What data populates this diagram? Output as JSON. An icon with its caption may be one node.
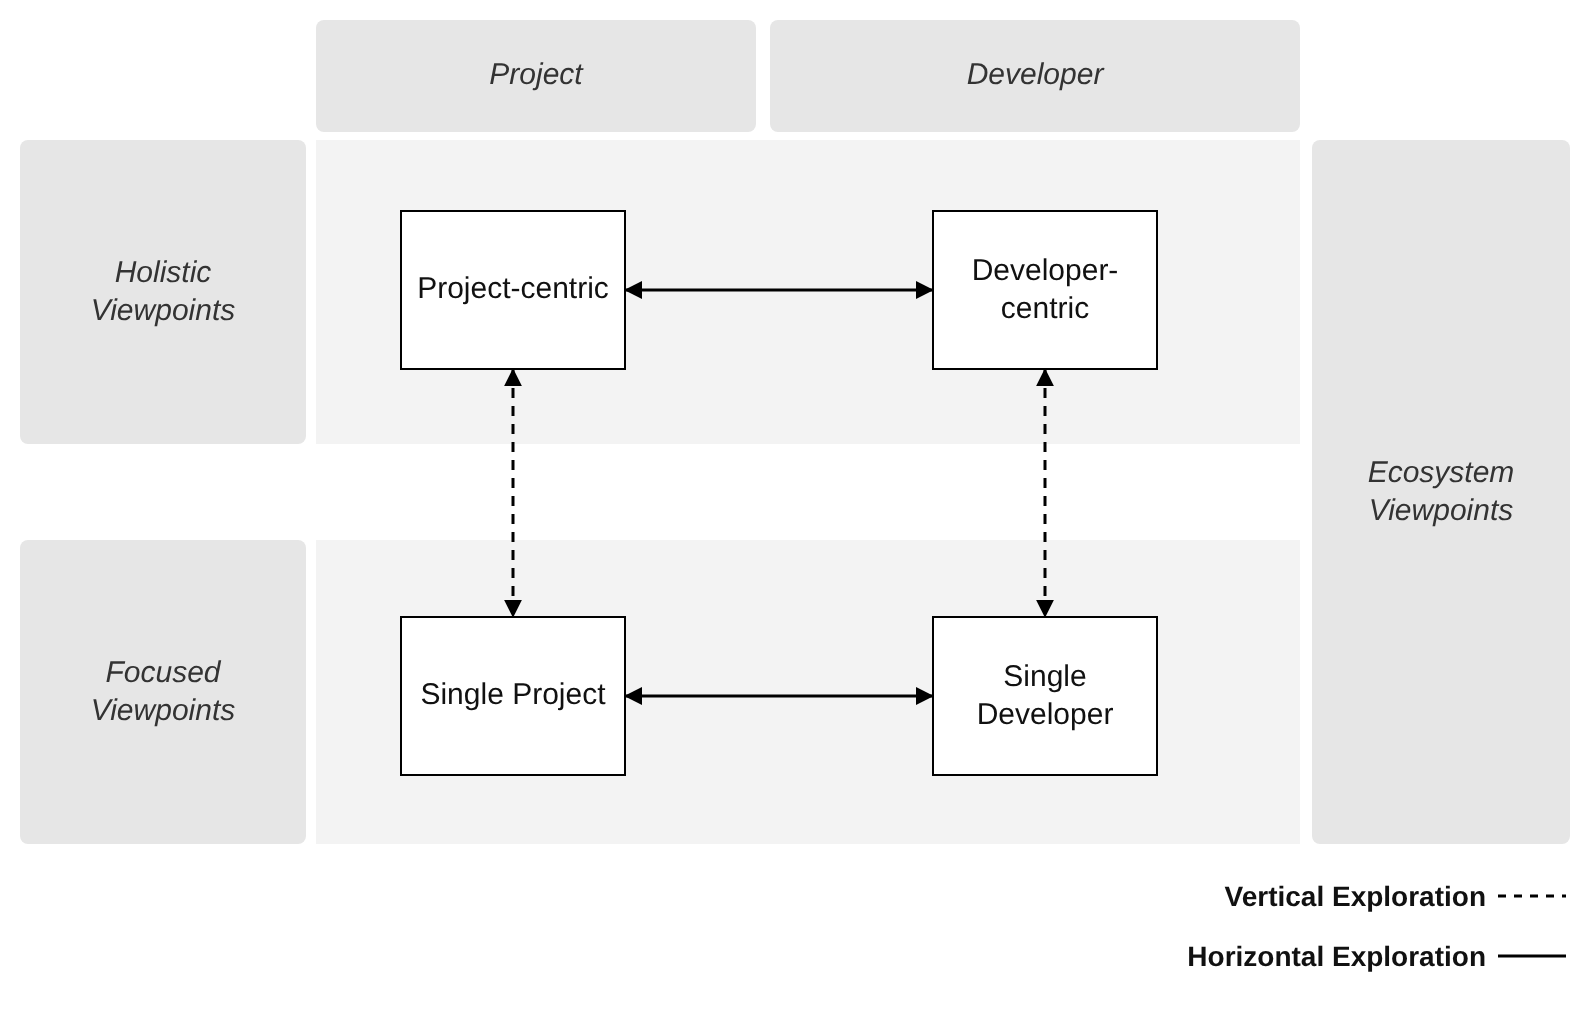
{
  "diagram": {
    "nodes": [
      {
        "text": [
          "Project"
        ]
      },
      {
        "text": [
          "Developer"
        ]
      },
      {
        "text": [
          "Holistic Viewpoints"
        ]
      },
      {
        "text": [
          "Focused Viewpoints"
        ]
      },
      {
        "text": [
          "Ecosystem Viewpoints"
        ]
      },
      {
        "text": [
          "Project-centric"
        ]
      },
      {
        "text": [
          "Developer-centric"
        ]
      },
      {
        "text": [
          "Single Project"
        ]
      },
      {
        "text": [
          "Single Developer"
        ]
      }
    ],
    "edges": [
      {
        "from": 5,
        "to": 6,
        "arrow": "both"
      },
      {
        "from": 5,
        "to": 7,
        "arrow": "both",
        "style": "dashed"
      },
      {
        "from": 6,
        "to": 8,
        "arrow": "both",
        "style": "dashed"
      },
      {
        "from": 7,
        "to": 8,
        "arrow": "both"
      }
    ],
    "legend": [
      {
        "text": "Vertical Exploration"
      },
      {
        "text": "Horizontal Exploration"
      }
    ]
  }
}
